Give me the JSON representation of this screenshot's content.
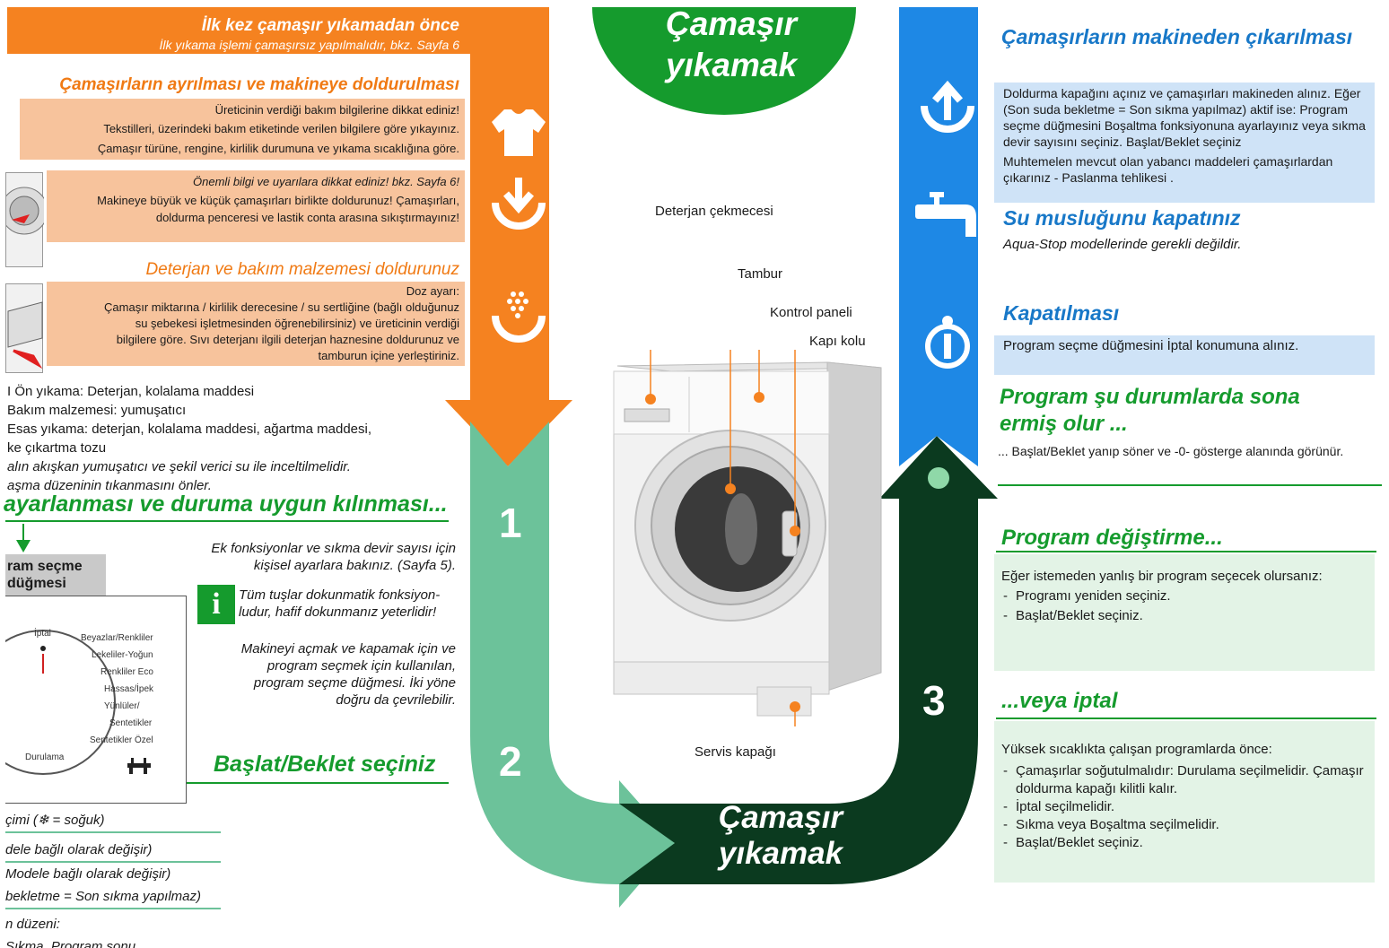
{
  "center": {
    "title_top_line1": "Çamaşır",
    "title_top_line2": "yıkamak",
    "title_bottom_line1": "Çamaşır",
    "title_bottom_line2": "yıkamak",
    "steps": [
      "1",
      "2",
      "3"
    ]
  },
  "machine_labels": {
    "detergent_drawer": "Deterjan çekmecesi",
    "drum": "Tambur",
    "control_panel": "Kontrol paneli",
    "door_handle": "Kapı kolu",
    "service_cover": "Servis kapağı"
  },
  "left": {
    "banner_title": "İlk kez çamaşır yıkamadan önce",
    "banner_sub": "İlk yıkama işlemi çamaşırsız yapılmalıdır, bkz. Sayfa 6",
    "sort_title": "Çamaşırların ayrılması ve makineye doldurulması",
    "sort_lines": [
      "Üreticinin verdiği bakım bilgilerine dikkat ediniz!",
      "Tekstilleri, üzerindeki bakım etiketinde verilen bilgilere göre yıkayınız.",
      "Çamaşır türüne, rengine, kirlilik durumuna ve yıkama sıcaklığına göre."
    ],
    "load_note": "Önemli bilgi ve uyarılara dikkat ediniz! bkz. Sayfa 6!",
    "load_line1": "Makineye büyük ve küçük çamaşırları birlikte doldurunuz! Çamaşırları,",
    "load_line2": "doldurma penceresi ve lastik conta arasına sıkıştırmayınız!",
    "detergent_title": "Deterjan ve bakım malzemesi doldurunuz",
    "dose_label": "Doz ayarı:",
    "dose_lines": [
      "Çamaşır miktarına / kirlilik derecesine / su sertliğine (bağlı olduğunuz",
      "su şebekesi işletmesinden öğrenebilirsiniz) ve üreticinin verdiği",
      "bilgilere göre. Sıvı deterjanı ilgili deterjan haznesine doldurunuz ve",
      "tamburun içine yerleştiriniz."
    ],
    "compartments": [
      "I Ön yıkama: Deterjan, kolalama maddesi",
      "Bakım malzemesi: yumuşatıcı",
      "Esas yıkama: deterjan, kolalama maddesi, ağartma maddesi,",
      "ke çıkartma tozu"
    ],
    "comp_note1": "alın akışkan yumuşatıcı ve şekil verici su ile inceltilmelidir.",
    "comp_note2": "aşma düzeninin tıkanmasını önler.",
    "setting_title": "ayarlanması ve duruma uygun kılınması...",
    "prog_label_line1": "ram seçme",
    "prog_label_line2": "düğmesi",
    "extra_note": "Ek fonksiyonlar ve sıkma devir sayısı için kişisel ayarlara bakınız. (Sayfa 5).",
    "info_text": "Tüm tuşlar dokunmatik fonksiyon-ludur, hafif dokunmanız yeterlidir!",
    "dial_text": "Makineyi açmak ve kapamak için ve program seçmek için kullanılan, program seçme düğmesi. İki yöne doğru da çevrilebilir.",
    "start_title": "Başlat/Beklet seçiniz",
    "dial": {
      "top": "İptal",
      "programs": [
        "Beyazlar/Renkliler",
        "Lekeliler-Yoğun",
        "Renkliler Eco",
        "Hassas/İpek",
        "Yünlüler/",
        "Sentetikler",
        "Sentetikler Özel"
      ],
      "bottom": "Durulama"
    },
    "bottom_lines": [
      "çimi (❄ = soğuk)",
      "dele bağlı olarak değişir)",
      "Modele bağlı olarak değişir)",
      "bekletme = Son sıkma yapılmaz)",
      "n düzeni:",
      "Sıkma, Program sonu"
    ]
  },
  "right": {
    "remove_title": "Çamaşırların makineden çıkarılması",
    "remove_p1": "Doldurma kapağını açınız ve çamaşırları makineden alınız. Eğer (Son suda bekletme = Son sıkma yapılmaz) aktif ise: Program seçme düğmesini Boşaltma fonksiyonuna ayarlayınız veya sıkma devir sayısını seçiniz. Başlat/Beklet seçiniz",
    "remove_p2": "Muhtemelen mevcut olan yabancı maddeleri çamaşırlardan çıkarınız - Paslanma tehlikesi .",
    "tap_title": "Su musluğunu kapatınız",
    "tap_text": "Aqua-Stop modellerinde gerekli değildir.",
    "off_title": "Kapatılması",
    "off_text": "Program seçme düğmesini İptal konumuna alınız.",
    "end_title_line1": "Program şu durumlarda sona",
    "end_title_line2": "ermiş olur ...",
    "end_text": "... Başlat/Beklet yanıp söner ve -0- gösterge alanında görünür.",
    "change_title": "Program değiştirme...",
    "change_intro": "Eğer istemeden yanlış bir program seçecek olursanız:",
    "change_items": [
      "Programı yeniden seçiniz.",
      "Başlat/Beklet seçiniz."
    ],
    "cancel_title": "...veya iptal",
    "cancel_intro": "Yüksek sıcaklıkta çalışan programlarda önce:",
    "cancel_items": [
      "Çamaşırlar soğutulmalıdır: Durulama seçilmelidir. Çamaşır doldurma kapağı kilitli kalır.",
      "İptal seçilmelidir.",
      "Sıkma veya Boşaltma seçilmelidir.",
      "Başlat/Beklet seçiniz."
    ]
  },
  "colors": {
    "orange": "#f58220",
    "light_orange": "#f7c39c",
    "teal": "#6cc29a",
    "dark_green": "#0b3a1f",
    "green": "#159b2d",
    "blue": "#1e88e5",
    "light_blue": "#cfe3f7",
    "light_green": "#e3f3e6"
  }
}
